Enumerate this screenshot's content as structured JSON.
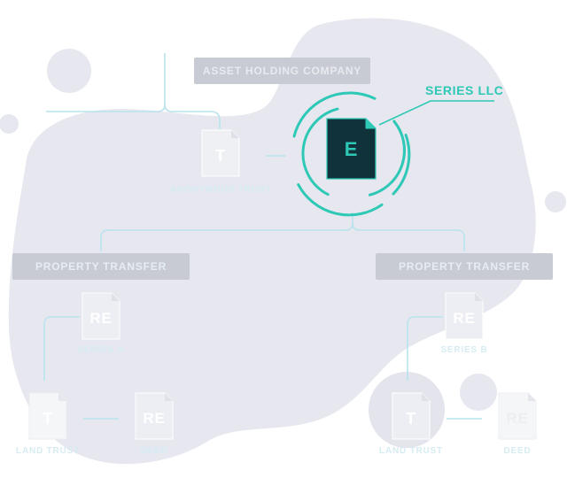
{
  "diagram": {
    "top_box": "ASSET HOLDING COMPANY",
    "main_doc_letter": "E",
    "main_label": "SERIES LLC",
    "left_doc": {
      "letter": "T",
      "label": "ANONYMOUS TRUST"
    },
    "left_branch": {
      "box": "PROPERTY TRANSFER",
      "re_doc": {
        "letter": "RE",
        "label": "SERIES A"
      },
      "t_doc": {
        "letter": "T",
        "label": "LAND TRUST"
      },
      "deed_doc": {
        "letter": "RE",
        "label": "DEED"
      }
    },
    "right_branch": {
      "box": "PROPERTY TRANSFER",
      "re_doc": {
        "letter": "RE",
        "label": "SERIES B"
      },
      "t_doc": {
        "letter": "T",
        "label": "LAND TRUST"
      },
      "deed_doc": {
        "letter": "RE",
        "label": "DEED"
      }
    }
  },
  "colors": {
    "blob": "#e6e7ef",
    "accent": "#2ec8b6",
    "line": "#b9e3ee",
    "box": "#c8cbd3",
    "doc_dark": "#10333b"
  }
}
